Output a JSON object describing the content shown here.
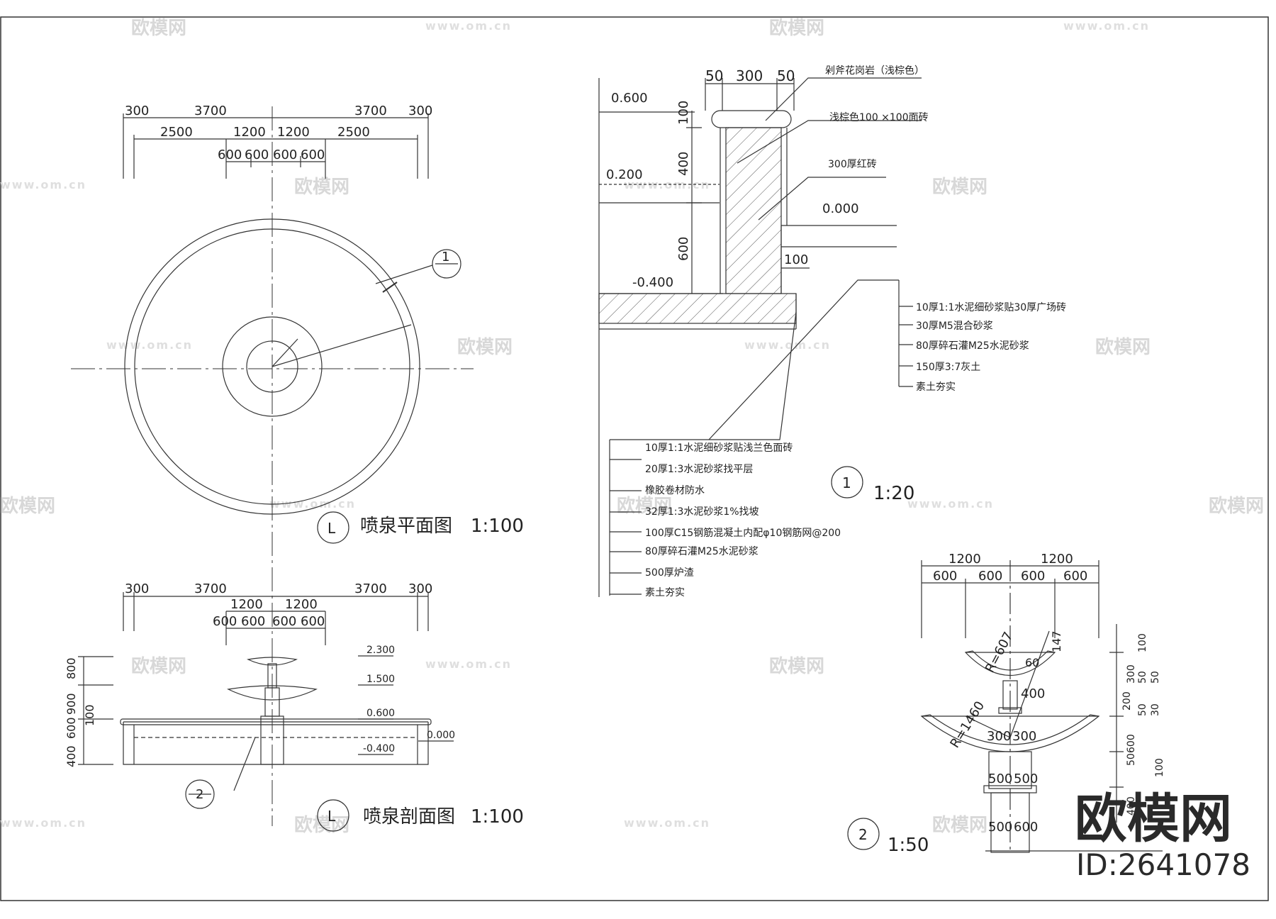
{
  "watermark": {
    "brand": "欧模网",
    "site": "www.om.cn",
    "id": "ID:2641078"
  },
  "plan": {
    "title": "喷泉平面图",
    "scale": "1:100",
    "marker": "L",
    "callout": "1",
    "dims_row1": [
      "300",
      "3700",
      "3700",
      "300"
    ],
    "dims_row2": [
      "2500",
      "1200",
      "1200",
      "2500"
    ],
    "dims_row3": [
      "600",
      "600",
      "600",
      "600"
    ]
  },
  "section": {
    "title": "喷泉剖面图",
    "scale": "1:100",
    "marker": "L",
    "callout": "2",
    "dims_row1": [
      "300",
      "3700",
      "3700",
      "300"
    ],
    "dims_row2": [
      "1200",
      "1200"
    ],
    "dims_row3": [
      "600",
      "600",
      "600",
      "600"
    ],
    "levels": [
      "2.300",
      "1.500",
      "0.600",
      "0.000",
      "-0.400"
    ],
    "left_dims": [
      "800",
      "900",
      "100",
      "400",
      "600"
    ]
  },
  "detail1": {
    "marker": "1",
    "scale": "1:20",
    "top_dims": [
      "50",
      "300",
      "50"
    ],
    "side_dims": [
      "100",
      "400",
      "600"
    ],
    "levels": [
      "0.600",
      "0.200",
      "0.000",
      "-0.400"
    ],
    "dim_100": "100",
    "cap_notes": [
      "剁斧花岗岩（浅棕色）",
      "浅棕色100 ×100面砖",
      "300厚红砖"
    ],
    "right_layers": [
      "10厚1:1水泥细砂浆贴30厚广场砖",
      "30厚M5混合砂浆",
      "80厚碎石灌M25水泥砂浆",
      "150厚3:7灰土",
      "素土夯实"
    ],
    "bottom_layers": [
      "10厚1:1水泥细砂浆贴浅兰色面砖",
      "20厚1:3水泥砂浆找平层",
      "橡胶卷材防水",
      "32厚1:3水泥砂浆1%找坡",
      "100厚C15钢筋混凝土内配φ10钢筋网@200",
      "80厚碎石灌M25水泥砂浆",
      "500厚炉渣",
      "素土夯实"
    ]
  },
  "detail2": {
    "marker": "2",
    "scale": "1:50",
    "top_dims_row1": [
      "1200",
      "1200"
    ],
    "top_dims_row2": [
      "600",
      "600",
      "600",
      "600"
    ],
    "radius_labels": [
      "R=607",
      "R=1460"
    ],
    "inner_labels": [
      "60",
      "147",
      "400",
      "300",
      "300",
      "500",
      "500",
      "500",
      "600"
    ],
    "right_dims": [
      "100",
      "50",
      "50",
      "300",
      "30",
      "50",
      "200",
      "600",
      "50",
      "400",
      "100"
    ]
  }
}
